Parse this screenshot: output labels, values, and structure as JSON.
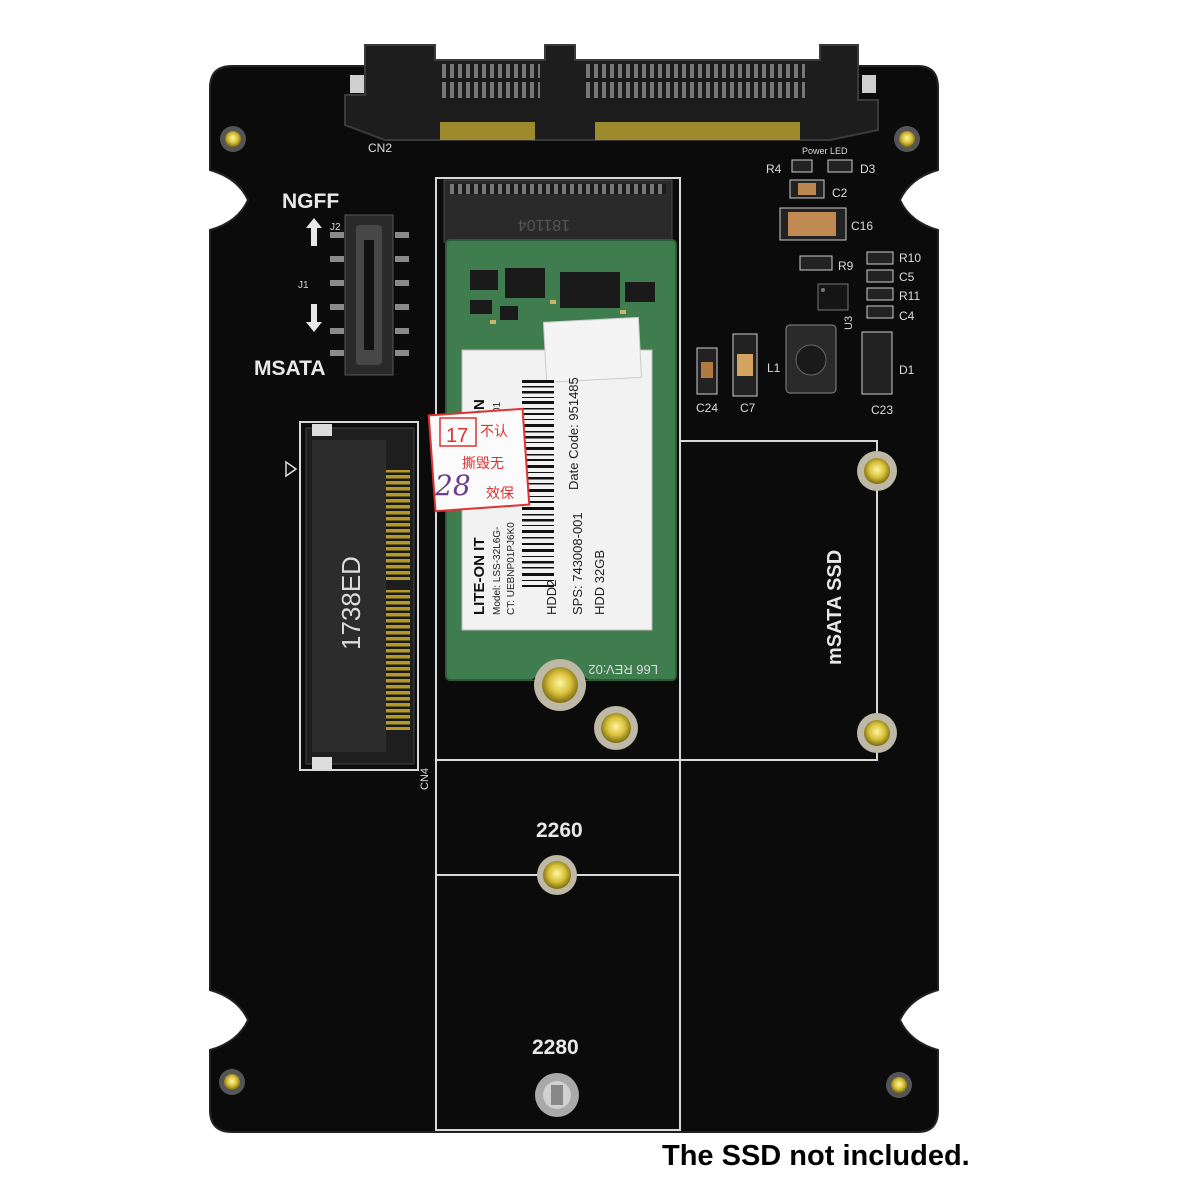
{
  "caption": "The SSD not included.",
  "board": {
    "connector_labels": {
      "cn2": "CN2",
      "cn4": "CN4",
      "j1": "J1",
      "j2": "J2"
    },
    "mode_labels": {
      "ngff": "NGFF",
      "msata": "MSATA"
    },
    "power_led": "Power LED",
    "components": {
      "r4": "R4",
      "d3": "D3",
      "c2": "C2",
      "c16": "C16",
      "r9": "R9",
      "r10": "R10",
      "c5": "C5",
      "r11": "R11",
      "u3": "U3",
      "c4": "C4",
      "l1": "L1",
      "d1": "D1",
      "c24": "C24",
      "c7": "C7",
      "c23": "C23"
    },
    "slot_labels": {
      "msata_ssd": "mSATA SSD",
      "size_2260": "2260",
      "size_2280": "2280"
    },
    "socket_marking": "1738ED"
  },
  "ssd": {
    "card_code": "L66 REV:02",
    "sticker": {
      "brand": "LITE-ON IT",
      "brand_suffix": "TION",
      "model": "Model: LSS-32L6G-",
      "hw": "HW: 01",
      "ct": "CT: UEBNP01PJ6K0",
      "capacity_short": "GB",
      "hdd2": "HDD2",
      "date_code": "Date Code: 951485",
      "sps": "SPS: 743008-001",
      "hdd": "HDD 32GB"
    },
    "warranty_seal": {
      "line1": "不认",
      "line2": "撕毁无",
      "line3": "效保",
      "number": "17",
      "handwritten": "28"
    }
  }
}
